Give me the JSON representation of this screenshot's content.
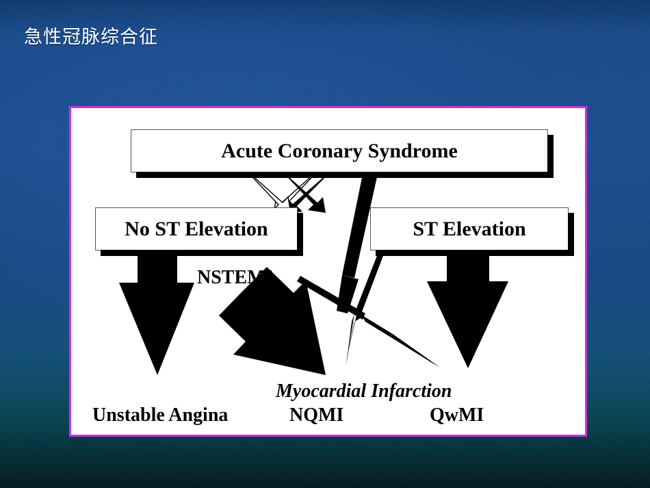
{
  "slide": {
    "title": "急性冠脉综合征",
    "background_color": "#1b4c8c",
    "panel_border_color": "#cc33dd",
    "panel_background": "#ffffff"
  },
  "diagram": {
    "type": "flowchart",
    "boxes": [
      {
        "id": "acs",
        "label": "Acute Coronary Syndrome"
      },
      {
        "id": "nost",
        "label": "No ST Elevation"
      },
      {
        "id": "st",
        "label": "ST Elevation"
      }
    ],
    "labels": [
      {
        "id": "nstemi",
        "label": "NSTEMI"
      },
      {
        "id": "mi",
        "label": "Myocardial Infarction"
      },
      {
        "id": "ua",
        "label": "Unstable Angina"
      },
      {
        "id": "nqmi",
        "label": "NQMI"
      },
      {
        "id": "qwmi",
        "label": "QwMI"
      }
    ],
    "arrows": [
      {
        "id": "acs-to-no-st-elevation",
        "style": "outlined-block"
      },
      {
        "id": "acs-to-st-elevation",
        "style": "outlined-block"
      },
      {
        "id": "no-st-elevation-to-unstable-angina",
        "style": "solid-block-down"
      },
      {
        "id": "nstemi-to-nqmi",
        "style": "solid-block-diagonal"
      },
      {
        "id": "st-elevation-to-qwmi",
        "style": "solid-block-down"
      },
      {
        "id": "cross-line-left",
        "style": "thin-diagonal"
      },
      {
        "id": "cross-line-right",
        "style": "thin-diagonal"
      }
    ]
  }
}
